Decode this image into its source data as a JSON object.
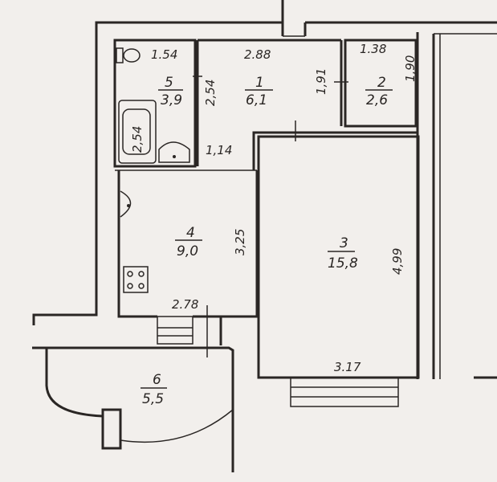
{
  "rooms": [
    {
      "number": "1",
      "area": "6,1",
      "dims": [
        "2.88",
        "1,91",
        "2,54"
      ]
    },
    {
      "number": "2",
      "area": "2,6",
      "dims": [
        "1.38",
        "1,90"
      ]
    },
    {
      "number": "3",
      "area": "15,8",
      "dims": [
        "3.17",
        "4,99"
      ]
    },
    {
      "number": "4",
      "area": "9,0",
      "dims": [
        "2.78",
        "3,25"
      ]
    },
    {
      "number": "5",
      "area": "3,9",
      "dims": [
        "1.54",
        "1,14"
      ]
    },
    {
      "number": "6",
      "area": "5,5",
      "dims": []
    }
  ],
  "bathtub_label": "2,54"
}
